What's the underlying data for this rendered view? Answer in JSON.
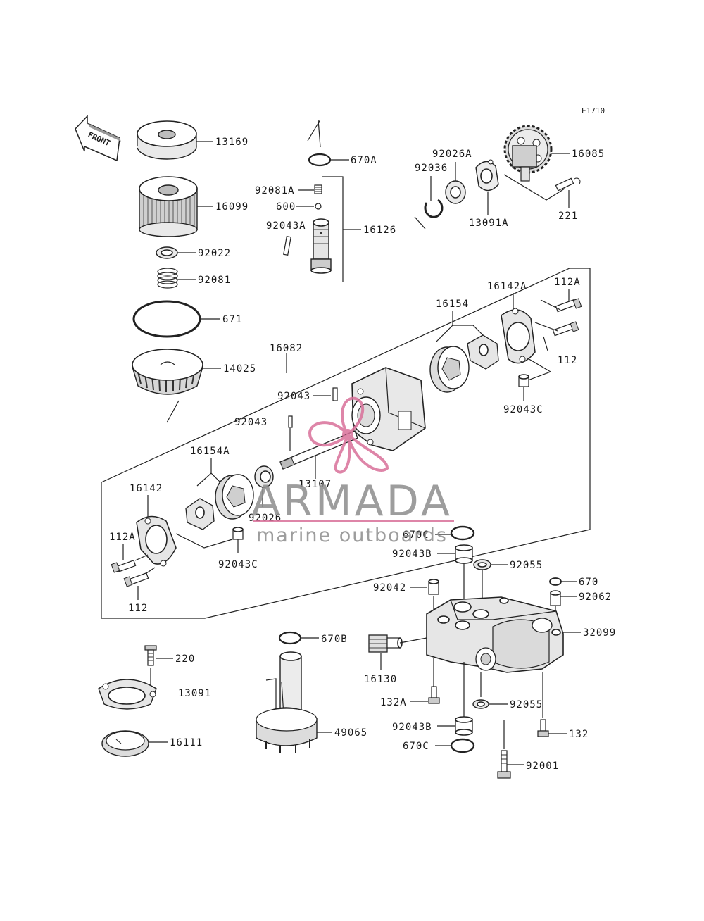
{
  "diagram": {
    "code": "E1710",
    "front_label": "FRONT",
    "labels": {
      "p13169": "13169",
      "p16099": "16099",
      "p92022": "92022",
      "p92081": "92081",
      "p671": "671",
      "p14025": "14025",
      "p670A": "670A",
      "p92081A": "92081A",
      "p600": "600",
      "p92043A": "92043A",
      "p16126": "16126",
      "p92036": "92036",
      "p92026A": "92026A",
      "p13091A": "13091A",
      "p16085": "16085",
      "p221": "221",
      "p16142A": "16142A",
      "p112A_r": "112A",
      "p16154": "16154",
      "p112_r": "112",
      "p92043C_r": "92043C",
      "p16082": "16082",
      "p92043_a": "92043",
      "p92043_b": "92043",
      "p13107": "13107",
      "p16154A": "16154A",
      "p16142": "16142",
      "p92026": "92026",
      "p112A_l": "112A",
      "p92043C_l": "92043C",
      "p112_l": "112",
      "p670C_top": "670C",
      "p92043B_top": "92043B",
      "p92055_top": "92055",
      "p670": "670",
      "p92042": "92042",
      "p92062": "92062",
      "p32099": "32099",
      "p16130": "16130",
      "p132A": "132A",
      "p92055_bot": "92055",
      "p92043B_bot": "92043B",
      "p670C_bot": "670C",
      "p132": "132",
      "p92001": "92001",
      "p220": "220",
      "p13091": "13091",
      "p16111": "16111",
      "p670B": "670B",
      "p49065": "49065"
    }
  },
  "watermark": {
    "brand": "ARMADA",
    "tagline": "marine outboards",
    "accent_color": "#d9709a",
    "text_color": "#8c8c8c"
  }
}
